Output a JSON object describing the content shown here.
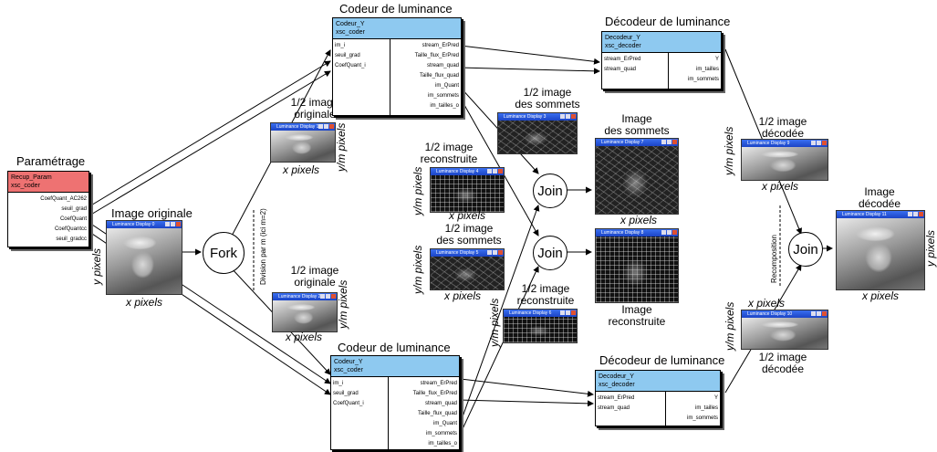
{
  "param": {
    "title": "Paramétrage",
    "block_name": "Recup_Param",
    "block_type": "xsc_coder",
    "outputs": [
      "CoefQuant_AC262",
      "seuil_grad",
      "CoefQuant",
      "CoefQuantcc",
      "seuil_gradcc"
    ]
  },
  "original": {
    "title": "Image originale",
    "win_title": "Luminance Display 0",
    "x_label": "x pixels",
    "y_label": "y pixels"
  },
  "fork": {
    "label": "Fork",
    "division": "Division par m (ici m=2)"
  },
  "half_top": {
    "title_line1": "1/2 image",
    "title_line2": "originale",
    "win_title": "Luminance Display 1",
    "x_label": "x pixels",
    "y_label": "y/m pixels"
  },
  "half_bottom": {
    "title_line1": "1/2 image",
    "title_line2": "originale",
    "win_title": "Luminance Display 2",
    "x_label": "x pixels",
    "y_label": "y/m pixels"
  },
  "coder_top": {
    "title": "Codeur de luminance",
    "block_name": "Codeur_Y",
    "block_type": "xsc_coder",
    "inputs": [
      "im_i",
      "seuil_grad",
      "CoefQuant_i"
    ],
    "outputs": [
      "stream_ErPred",
      "Taille_flux_ErPred",
      "stream_quad",
      "Taille_flux_quad",
      "im_Quant",
      "im_sommets",
      "im_tailles_o"
    ]
  },
  "coder_bottom": {
    "title": "Codeur de luminance",
    "block_name": "Codeur_Y",
    "block_type": "xsc_coder",
    "inputs": [
      "im_i",
      "seuil_grad",
      "CoefQuant_i"
    ],
    "outputs": [
      "stream_ErPred",
      "Taille_flux_ErPred",
      "stream_quad",
      "Taille_flux_quad",
      "im_Quant",
      "im_sommets",
      "im_tailles_o"
    ]
  },
  "decoder_top": {
    "title": "Décodeur de luminance",
    "block_name": "Decodeur_Y",
    "block_type": "xsc_decoder",
    "inputs": [
      "stream_ErPred",
      "stream_quad"
    ],
    "outputs": [
      "Y",
      "im_tailles",
      "im_sommets"
    ]
  },
  "decoder_bottom": {
    "title": "Décodeur de luminance",
    "block_name": "Decodeur_Y",
    "block_type": "xsc_decoder",
    "inputs": [
      "stream_ErPred",
      "stream_quad"
    ],
    "outputs": [
      "Y",
      "im_tailles",
      "im_sommets"
    ]
  },
  "sommets_top": {
    "title_line1": "1/2 image",
    "title_line2": "des sommets",
    "win_title": "Luminance Display 3"
  },
  "recon_top": {
    "title_line1": "1/2 image",
    "title_line2": "reconstruite",
    "win_title": "Luminance Display 4",
    "x_label": "x pixels",
    "y_label": "y/m pixels"
  },
  "sommets_mid": {
    "title_line1": "1/2 image",
    "title_line2": "des sommets",
    "win_title": "Luminance Display 5",
    "x_label": "x pixels",
    "y_label": "y/m pixels"
  },
  "recon_bottom": {
    "title_line1": "1/2 image",
    "title_line2": "reconstruite",
    "win_title": "Luminance Display 6",
    "y_label": "y/m pixels"
  },
  "join1": {
    "label": "Join"
  },
  "join2": {
    "label": "Join"
  },
  "join3": {
    "label": "Join"
  },
  "image_sommets": {
    "title_line1": "Image",
    "title_line2": "des sommets",
    "win_title": "Luminance Display 7",
    "x_label": "x pixels"
  },
  "image_recon": {
    "title_line1": "Image",
    "title_line2": "reconstruite",
    "win_title": "Luminance Display 8"
  },
  "decoded_top": {
    "title_line1": "1/2 image",
    "title_line2": "décodée",
    "win_title": "Luminance Display 9",
    "x_label": "x pixels",
    "y_label": "y/m pixels"
  },
  "decoded_bottom": {
    "title_line1": "1/2 image",
    "title_line2": "décodée",
    "win_title": "Luminance Display 10",
    "x_label": "x pixels",
    "y_label": "y/m pixels"
  },
  "recomposition": "Recomposition",
  "final": {
    "title_line1": "Image",
    "title_line2": "décodée",
    "win_title": "Luminance Display 11",
    "x_label": "x pixels",
    "y_label": "y pixels"
  }
}
